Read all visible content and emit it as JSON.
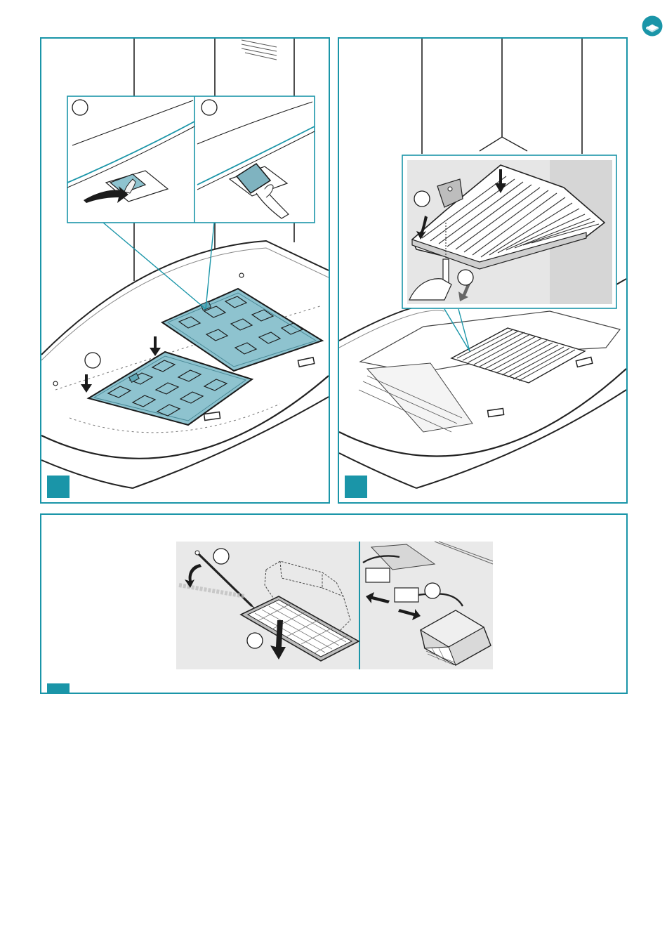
{
  "page": {
    "icon": "book-icon"
  },
  "figures": [
    {
      "id": "fig-a",
      "step_labels": [
        "",
        "",
        ""
      ]
    },
    {
      "id": "fig-b",
      "step_labels": [
        "",
        ""
      ]
    },
    {
      "id": "fig-c",
      "step_labels": [
        "",
        "",
        ""
      ]
    }
  ],
  "colors": {
    "accent": "#1a95a8",
    "filter_fill": "#8ec3cf",
    "ink": "#1b1b1b",
    "inset_bg": "#e9e9e9"
  }
}
